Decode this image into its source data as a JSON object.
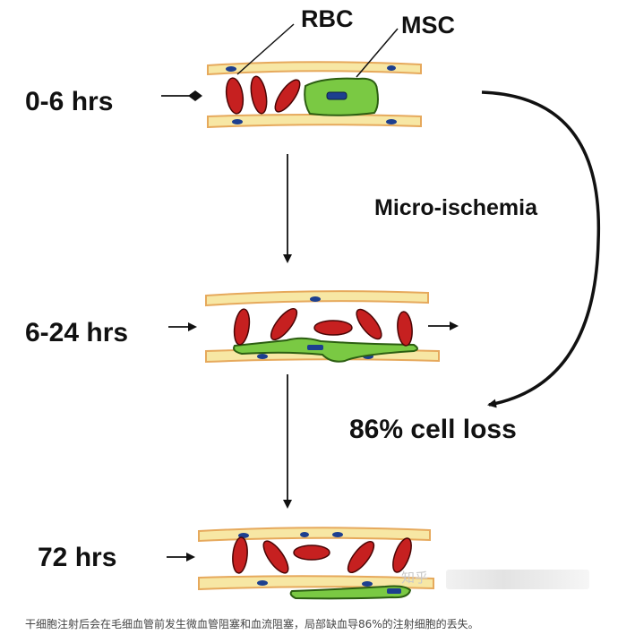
{
  "labels": {
    "rbc": "RBC",
    "msc": "MSC",
    "stage1": "0-6 hrs",
    "stage2": "6-24 hrs",
    "stage3": "72 hrs",
    "micro_ischemia": "Micro-ischemia",
    "cell_loss": "86% cell loss"
  },
  "watermark": "知乎",
  "caption": "干细胞注射后会在毛细血管前发生微血管阻塞和血流阻塞，局部缺血导86%的注射细胞的丢失。",
  "colors": {
    "rbc": "#c62020",
    "rbc_stroke": "#4a0505",
    "msc": "#7ac943",
    "msc_stroke": "#2c5e12",
    "nucleus": "#1d3f8f",
    "vessel_fill": "#f7e7a4",
    "vessel_edge": "#e6a95c"
  }
}
